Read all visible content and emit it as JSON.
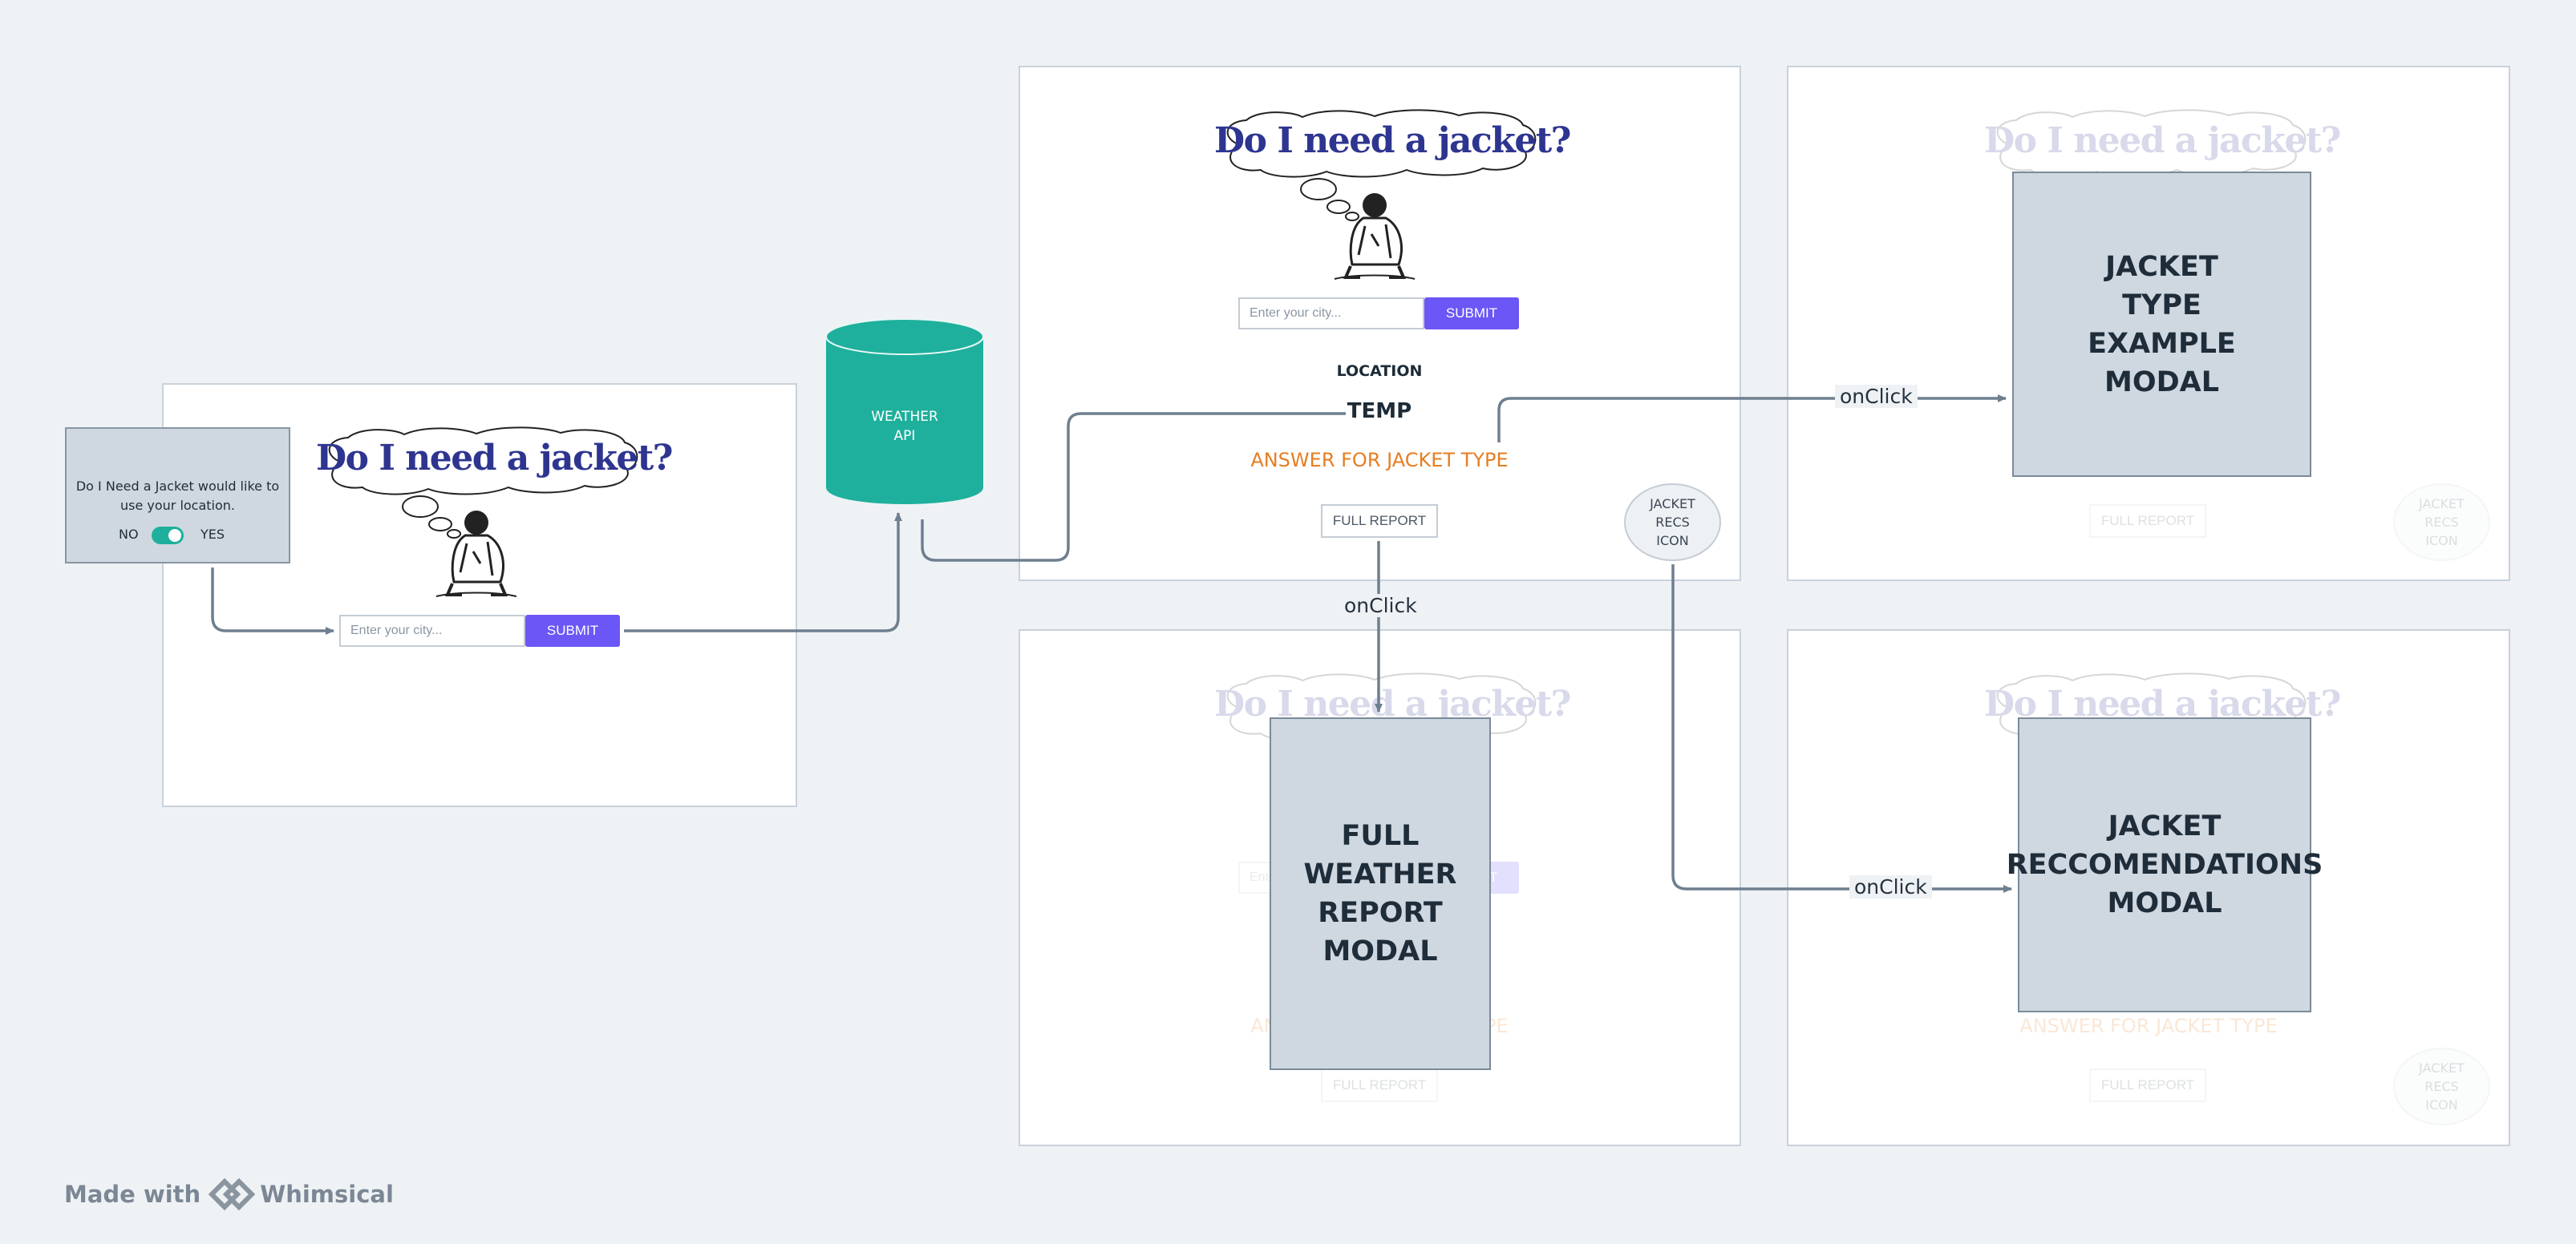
{
  "logo": {
    "text": "Do I need a jacket?"
  },
  "permission_dialog": {
    "message": "Do I Need a Jacket would like to use your location.",
    "no_label": "NO",
    "yes_label": "YES"
  },
  "search": {
    "placeholder": "Enter your city...",
    "submit_label": "SUBMIT"
  },
  "database": {
    "label": "WEATHER\nAPI"
  },
  "results": {
    "location": "LOCATION",
    "temp": "TEMP",
    "answer": "ANSWER FOR JACKET TYPE",
    "full_report": "FULL REPORT",
    "recs_icon": "JACKET\nRECS\nICON"
  },
  "modals": {
    "jacket_type": "JACKET\nTYPE\nEXAMPLE\nMODAL",
    "full_weather": "FULL\nWEATHER\nREPORT\nMODAL",
    "recommendations": "JACKET\nRECCOMENDATIONS\nMODAL"
  },
  "edges": {
    "on_click": "onClick"
  },
  "footer": {
    "made_with": "Made with",
    "brand": "Whimsical"
  },
  "colors": {
    "canvas": "#eff2f5",
    "accent_purple": "#6b57f6",
    "teal": "#1eb09c",
    "orange": "#e67e22",
    "logo_navy": "#2e3590",
    "connector": "#6e7f8f"
  }
}
